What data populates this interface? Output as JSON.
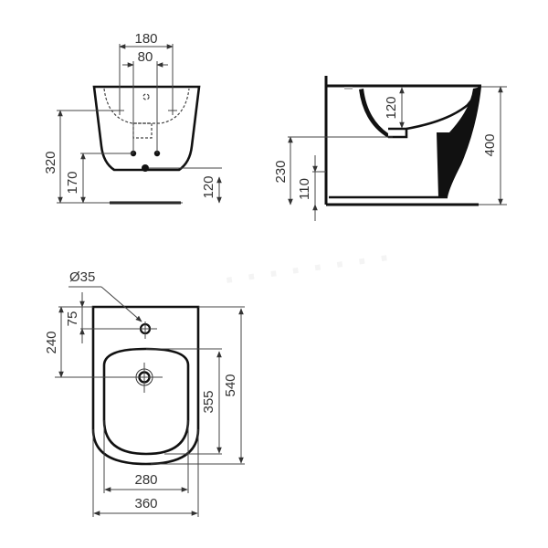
{
  "drawing": {
    "subject": "Wall-hung bidet technical dimension drawing",
    "units": "mm",
    "front_view": {
      "dimensions": {
        "tap_holes_outer": "180",
        "tap_holes_inner": "80",
        "supply_height": "320",
        "waste_height": "170",
        "bottom_height": "120"
      }
    },
    "side_view": {
      "dimensions": {
        "bowl_depth": "120",
        "outlet_height": "230",
        "lower_fix_height": "110",
        "total_height": "400"
      }
    },
    "top_view": {
      "dimensions": {
        "tap_hole_diameter": "Ø35",
        "tap_hole_offset": "75",
        "waste_offset": "240",
        "bowl_length": "355",
        "total_length": "540",
        "bowl_width": "280",
        "total_width": "360"
      }
    },
    "colors": {
      "line": "#111111",
      "dimension_line": "#444444",
      "text": "#333333",
      "background": "#ffffff"
    }
  }
}
